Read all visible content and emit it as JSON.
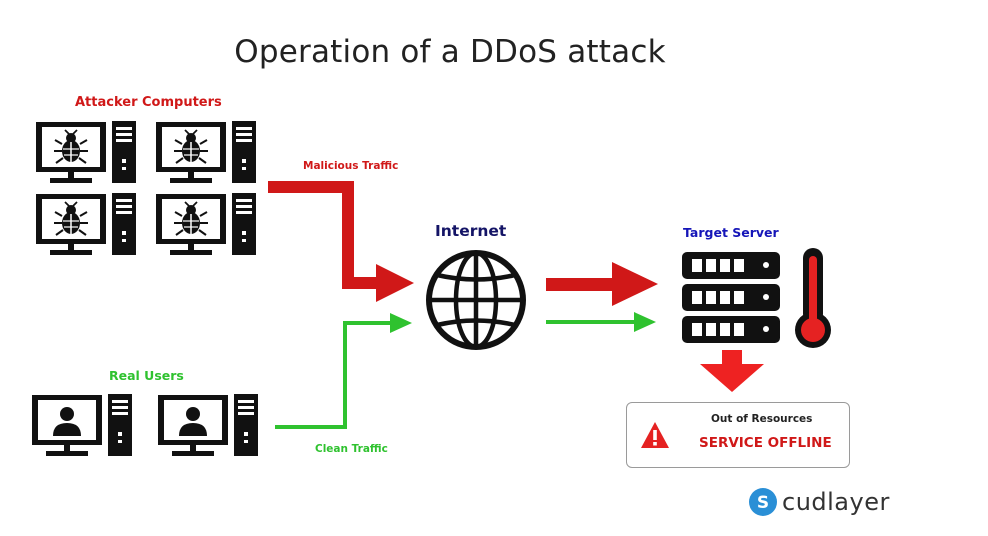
{
  "title": "Operation of a DDoS attack",
  "groups": {
    "attackers": "Attacker Computers",
    "real_users": "Real Users",
    "internet": "Internet",
    "target": "Target Server"
  },
  "flows": {
    "malicious": "Malicious Traffic",
    "clean": "Clean Traffic"
  },
  "status": {
    "heading": "Out of Resources",
    "message": "SERVICE OFFLINE"
  },
  "brand": {
    "name": "cudlayer",
    "logo_letter": "S",
    "logo_color": "#2a8fd6"
  },
  "colors": {
    "attack": "#d01818",
    "clean": "#2fc22f",
    "internet_label": "#141466",
    "target_label": "#1515b8"
  },
  "icons": [
    "bug-monitor-icon",
    "user-monitor-icon",
    "tower-pc-icon",
    "globe-icon",
    "server-rack-icon",
    "thermometer-icon",
    "warning-icon",
    "down-arrow-icon"
  ]
}
